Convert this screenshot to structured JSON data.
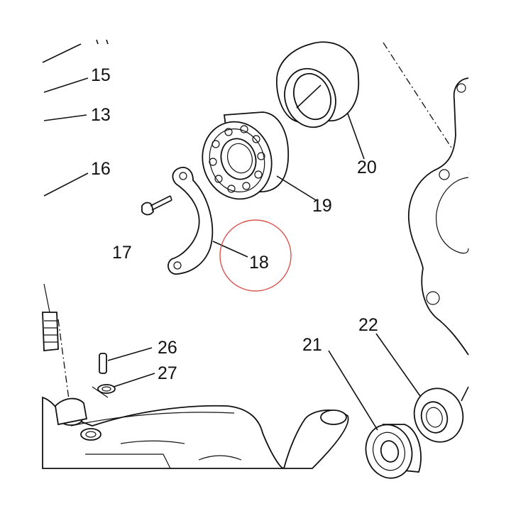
{
  "diagram": {
    "callouts": {
      "c15": "15",
      "c13": "13",
      "c16": "16",
      "c17": "17",
      "c18": "18",
      "c19": "19",
      "c20": "20",
      "c21": "21",
      "c22": "22",
      "c26": "26",
      "c27": "27"
    },
    "highlight_color": "#d9534f"
  }
}
